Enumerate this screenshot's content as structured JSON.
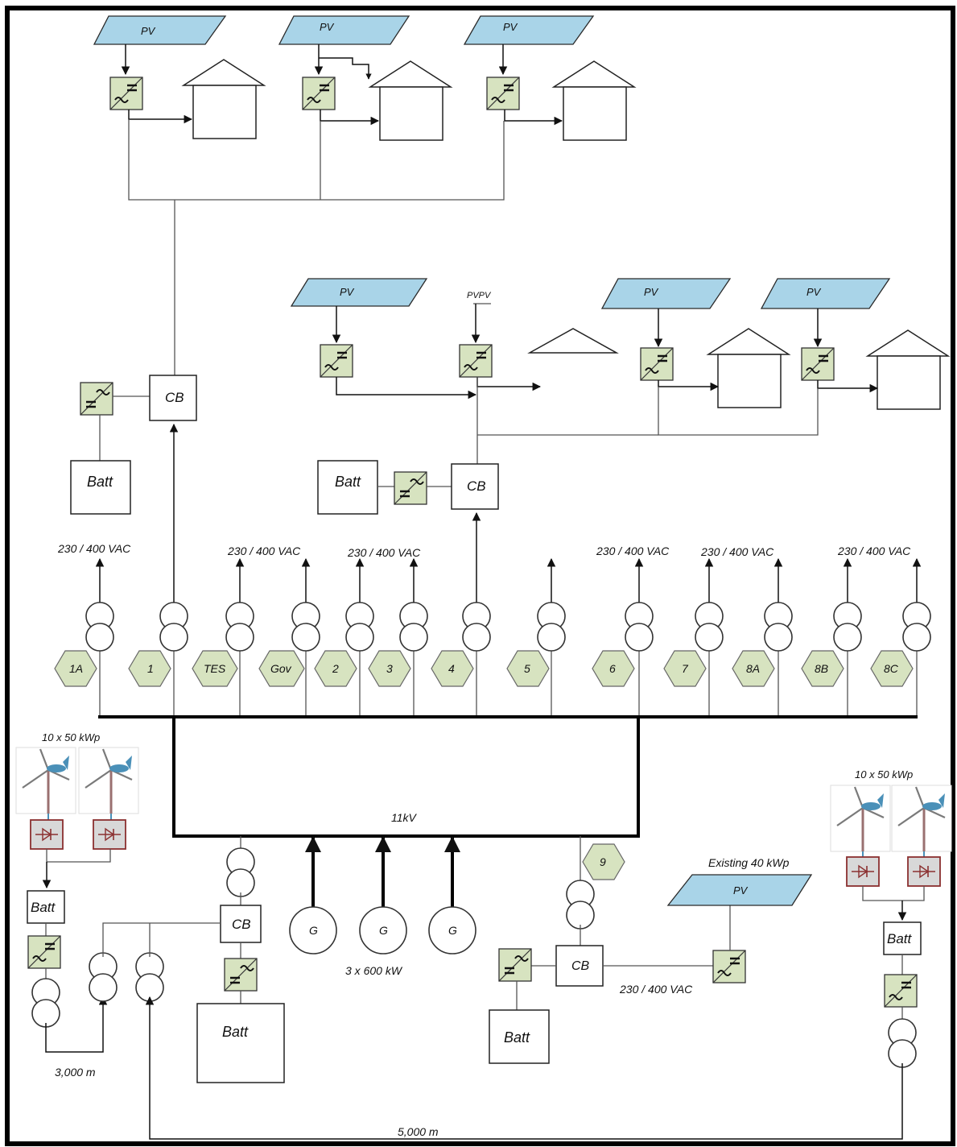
{
  "diagram": {
    "pv_label": "PV",
    "pv_pv_label": "PVPV",
    "cb_label": "CB",
    "batt_label": "Batt",
    "gen_label": "G",
    "voltage_label": "230 / 400 VAC",
    "bus_label": "11kV",
    "gen_rating": "3 x 600 kW",
    "wind_rating": "10 x 50 kWp",
    "existing_pv": "Existing 40 kWp",
    "distance_3000": "3,000 m",
    "distance_5000": "5,000 m",
    "feeders": [
      "1A",
      "1",
      "TES",
      "Gov",
      "2",
      "3",
      "4",
      "5",
      "6",
      "7",
      "8A",
      "8B",
      "8C"
    ],
    "feeder_9": "9"
  }
}
